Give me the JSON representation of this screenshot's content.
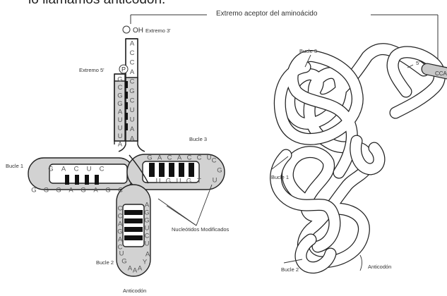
{
  "header_fragment": "lo llamamos anticodón.",
  "left_diagram": {
    "acceptor_label": "Extremo aceptor del aminoácido",
    "oh_label": "OH",
    "end3_label": "Extremo 3'",
    "end5_label": "Extremo 5'",
    "phosphate_label": "P",
    "loop1_label": "Bucle 1",
    "loop2_label": "Bucle 2",
    "loop3_label": "Bucle 3",
    "modified_label": "Nucleótidos Modificados",
    "anticodon_label": "Anticodón",
    "acceptor_3prime_seq": [
      "A",
      "C",
      "C",
      "A",
      "C",
      "G",
      "C",
      "U",
      "U",
      "A",
      "A"
    ],
    "acceptor_5prime_seq": [
      "G",
      "C",
      "G",
      "G",
      "A",
      "U",
      "U",
      "U",
      "A"
    ],
    "d_arm_top": [
      "G",
      "A",
      "C",
      "U",
      "C"
    ],
    "d_arm_bottom": [
      "G",
      "G",
      "G",
      "A",
      "G",
      "A",
      "G",
      "C"
    ],
    "t_arm_top": [
      "G",
      "A",
      "C",
      "A",
      "C",
      "C",
      "U"
    ],
    "t_arm_bottom": [
      "U",
      "G",
      "U",
      "G",
      "T"
    ],
    "t_loop": [
      "C",
      "G",
      "U"
    ],
    "anticodon_left": [
      "C",
      "C",
      "A",
      "G",
      "A",
      "C"
    ],
    "anticodon_right": [
      "A",
      "G",
      "G",
      "U",
      "C",
      "U"
    ],
    "anticodon_loop": [
      "U",
      "G",
      "A",
      "A",
      "A",
      "Y",
      "A"
    ]
  },
  "right_diagram": {
    "loop3_label": "Bucle 3",
    "loop1_label": "Bucle 1",
    "loop2_label": "Bucle 2",
    "anticodon_label": "Anticodón",
    "end5_label": "5'",
    "end_cca_label": "CCA"
  },
  "colors": {
    "outline": "#222222",
    "shading": "#c8c8c8",
    "bar": "#111111",
    "text": "#333333"
  }
}
